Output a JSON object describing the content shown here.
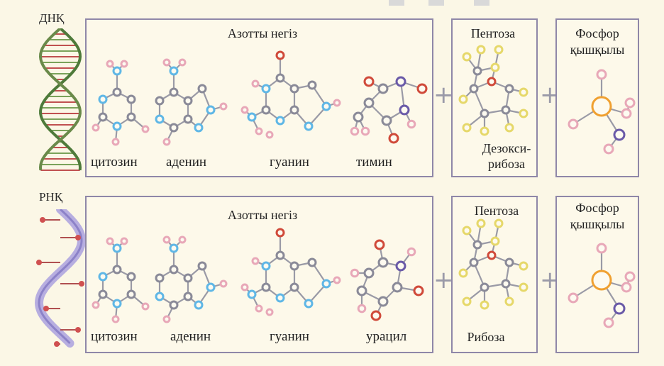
{
  "dna": {
    "row_label": "ДНҚ",
    "nitrogen_bases_title": "Азотты негіз",
    "bases": [
      "цитозин",
      "аденин",
      "гуанин",
      "тимин"
    ],
    "pentose_title": "Пентоза",
    "sugar_label_line1": "Дезокси-",
    "sugar_label_line2": "рибоза",
    "phosphoric_line1": "Фосфор",
    "phosphoric_line2": "қышқылы",
    "plus": "+"
  },
  "rna": {
    "row_label": "РНҚ",
    "nitrogen_bases_title": "Азотты негіз",
    "bases": [
      "цитозин",
      "аденин",
      "гуанин",
      "урацил"
    ],
    "pentose_title": "Пентоза",
    "sugar_label": "Рибоза",
    "phosphoric_line1": "Фосфор",
    "phosphoric_line2": "қышқылы",
    "plus": "+"
  },
  "colors": {
    "border": "#8f87a8",
    "carbon": "#8a8a98",
    "nitrogen": "#5fb7e6",
    "oxygen": "#d04a3a",
    "hydrogen": "#e8a8b8",
    "phosphorus": "#f0a030",
    "sugar_yellow": "#e6d86a",
    "purple_n": "#6a5aa8"
  }
}
